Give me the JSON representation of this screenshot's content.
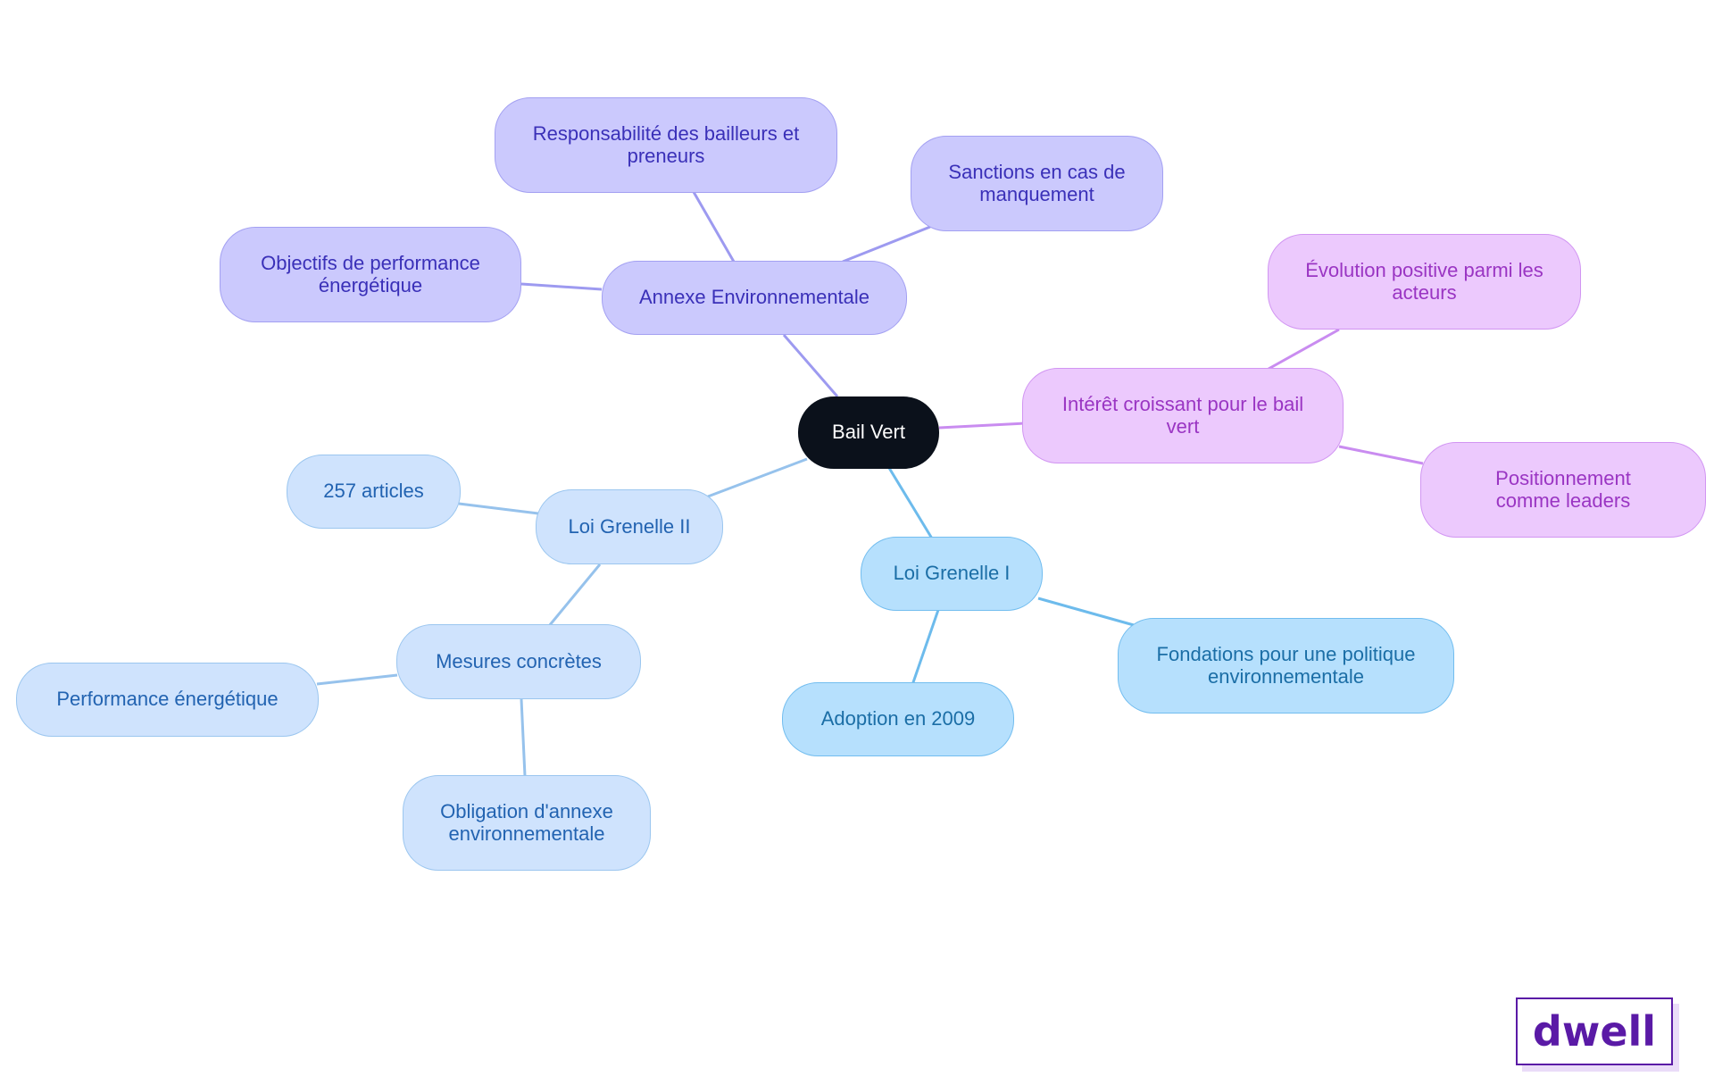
{
  "colors": {
    "center_fill": "#0b111b",
    "indigo_fill": "#cbc9fd",
    "indigo_line": "#9d9af0",
    "purple_fill": "#ecc9fd",
    "purple_line": "#c98cf0",
    "sky_fill": "#b6e0fd",
    "sky_line": "#6dbbec",
    "steel_fill": "#cfe3fd",
    "steel_line": "#96c2ec",
    "logo": "#5a1aa6"
  },
  "nodes": {
    "center": "Bail Vert",
    "annexe": "Annexe Environnementale",
    "responsabilite": "Responsabilité des bailleurs et preneurs",
    "sanctions": "Sanctions en cas de manquement",
    "objectifs": "Objectifs de performance énergétique",
    "interet": "Intérêt croissant pour le bail vert",
    "evolution": "Évolution positive parmi les acteurs",
    "positionnement": "Positionnement comme leaders",
    "grenelle1": "Loi Grenelle I",
    "fondations": "Fondations pour une politique environnementale",
    "adoption": "Adoption en 2009",
    "grenelle2": "Loi Grenelle II",
    "articles": "257 articles",
    "mesures": "Mesures concrètes",
    "performance": "Performance énergétique",
    "obligation": "Obligation d'annexe environnementale"
  },
  "logo": {
    "text": "dwell"
  }
}
